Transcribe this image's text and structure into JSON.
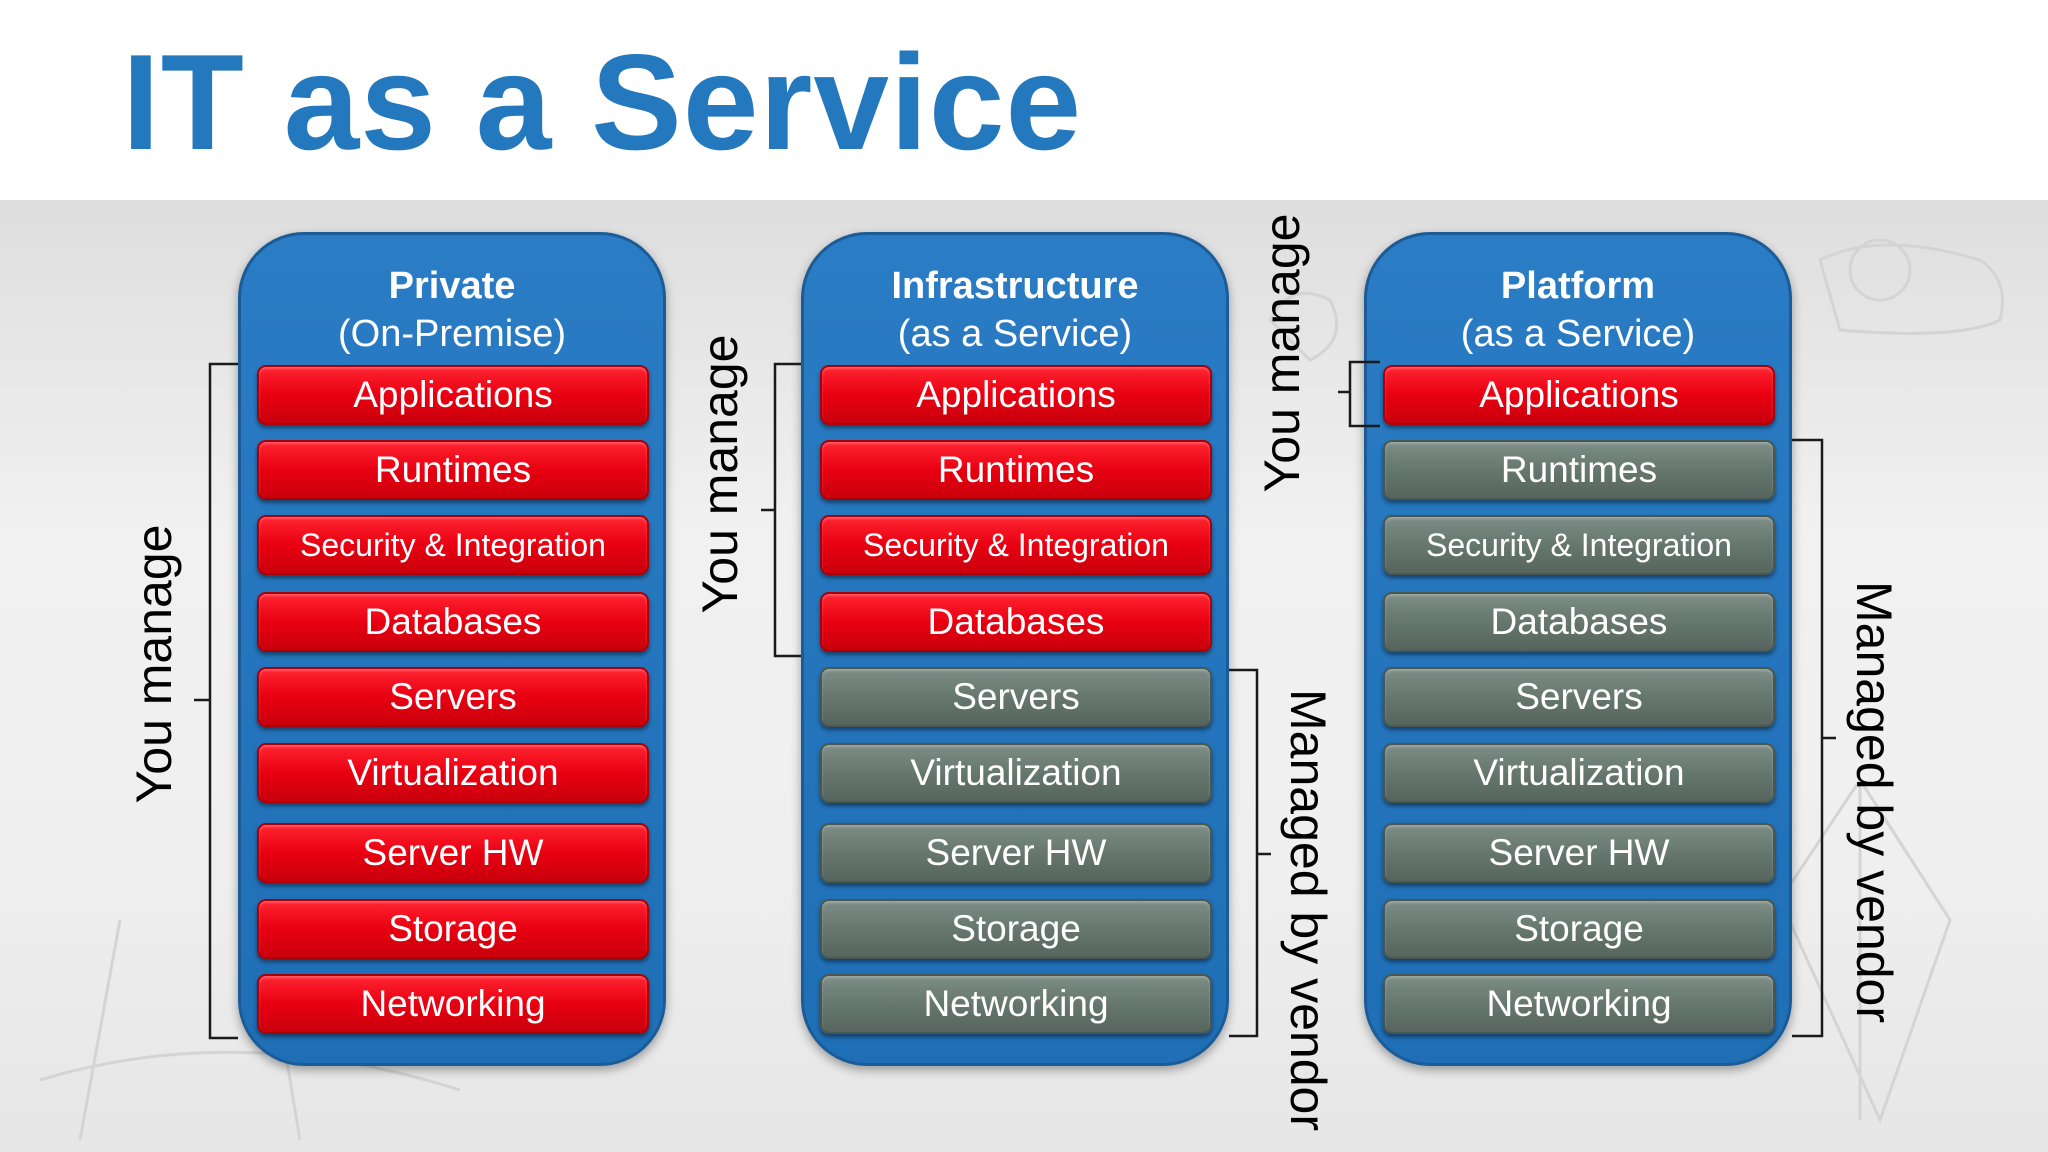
{
  "title": "IT as a Service",
  "colors": {
    "title": "#2479be",
    "column": "#2479be",
    "you_manage": "#e80011",
    "vendor": "#66776f"
  },
  "columns": [
    {
      "title": "Private",
      "subtitle": "(On-Premise)",
      "layers": [
        {
          "label": "Applications",
          "managed_by": "you"
        },
        {
          "label": "Runtimes",
          "managed_by": "you"
        },
        {
          "label": "Security & Integration",
          "managed_by": "you"
        },
        {
          "label": "Databases",
          "managed_by": "you"
        },
        {
          "label": "Servers",
          "managed_by": "you"
        },
        {
          "label": "Virtualization",
          "managed_by": "you"
        },
        {
          "label": "Server HW",
          "managed_by": "you"
        },
        {
          "label": "Storage",
          "managed_by": "you"
        },
        {
          "label": "Networking",
          "managed_by": "you"
        }
      ],
      "you_manage_label": "You manage"
    },
    {
      "title": "Infrastructure",
      "subtitle": "(as a Service)",
      "layers": [
        {
          "label": "Applications",
          "managed_by": "you"
        },
        {
          "label": "Runtimes",
          "managed_by": "you"
        },
        {
          "label": "Security & Integration",
          "managed_by": "you"
        },
        {
          "label": "Databases",
          "managed_by": "you"
        },
        {
          "label": "Servers",
          "managed_by": "vendor"
        },
        {
          "label": "Virtualization",
          "managed_by": "vendor"
        },
        {
          "label": "Server HW",
          "managed_by": "vendor"
        },
        {
          "label": "Storage",
          "managed_by": "vendor"
        },
        {
          "label": "Networking",
          "managed_by": "vendor"
        }
      ],
      "you_manage_label": "You manage",
      "vendor_label": "Managed by vendor"
    },
    {
      "title": "Platform",
      "subtitle": "(as a Service)",
      "layers": [
        {
          "label": "Applications",
          "managed_by": "you"
        },
        {
          "label": "Runtimes",
          "managed_by": "vendor"
        },
        {
          "label": "Security & Integration",
          "managed_by": "vendor"
        },
        {
          "label": "Databases",
          "managed_by": "vendor"
        },
        {
          "label": "Servers",
          "managed_by": "vendor"
        },
        {
          "label": "Virtualization",
          "managed_by": "vendor"
        },
        {
          "label": "Server HW",
          "managed_by": "vendor"
        },
        {
          "label": "Storage",
          "managed_by": "vendor"
        },
        {
          "label": "Networking",
          "managed_by": "vendor"
        }
      ],
      "you_manage_label": "You manage",
      "vendor_label": "Managed by vendor"
    }
  ]
}
